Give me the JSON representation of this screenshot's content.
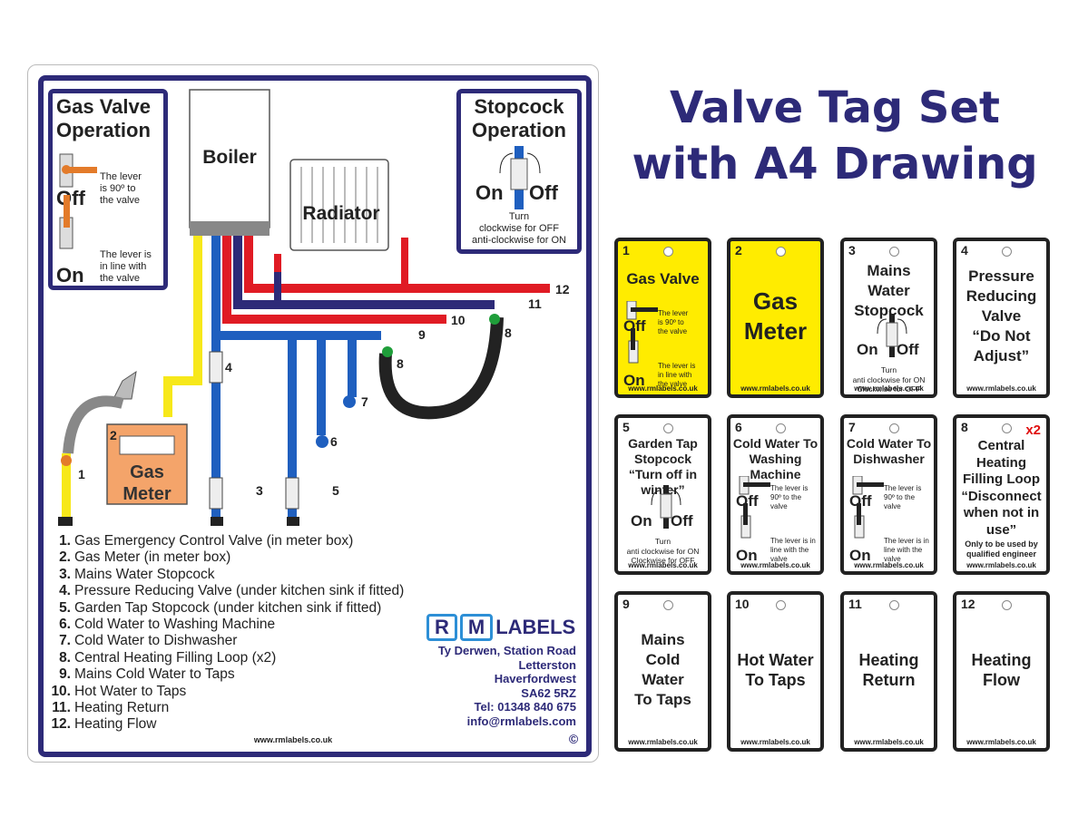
{
  "heading": {
    "line1": "Valve Tag Set",
    "line2": "with A4 Drawing"
  },
  "drawing": {
    "gas_box": {
      "title1": "Gas Valve",
      "title2": "Operation",
      "off": "Off",
      "on": "On",
      "off_text1": "The lever",
      "off_text2": "is 90º to",
      "off_text3": "the valve",
      "on_text1": "The lever is",
      "on_text2": "in line with",
      "on_text3": "the valve"
    },
    "stop_box": {
      "title1": "Stopcock",
      "title2": "Operation",
      "on": "On",
      "off": "Off",
      "turn": "Turn",
      "cw": "clockwise for OFF",
      "acw": "anti-clockwise for ON"
    },
    "boiler": "Boiler",
    "radiator": "Radiator",
    "meter": "Gas\nMeter",
    "labels": [
      "1",
      "2",
      "3",
      "4",
      "5",
      "6",
      "7",
      "8",
      "8",
      "9",
      "10",
      "11",
      "12"
    ],
    "legend": [
      {
        "n": "1.",
        "t": "Gas Emergency Control Valve (in meter box)"
      },
      {
        "n": "2.",
        "t": "Gas Meter (in meter box)"
      },
      {
        "n": "3.",
        "t": "Mains Water Stopcock"
      },
      {
        "n": "4.",
        "t": "Pressure Reducing Valve (under kitchen sink if fitted)"
      },
      {
        "n": "5.",
        "t": "Garden Tap Stopcock (under kitchen sink if fitted)"
      },
      {
        "n": "6.",
        "t": "Cold Water to Washing Machine"
      },
      {
        "n": "7.",
        "t": "Cold Water to Dishwasher"
      },
      {
        "n": "8.",
        "t": "Central Heating Filling Loop (x2)"
      },
      {
        "n": "9.",
        "t": "Mains Cold Water to Taps"
      },
      {
        "n": "10.",
        "t": "Hot Water to Taps"
      },
      {
        "n": "11.",
        "t": "Heating Return"
      },
      {
        "n": "12.",
        "t": "Heating Flow"
      }
    ],
    "logo": {
      "r": "R",
      "m": "M",
      "labels": "LABELS"
    },
    "address": [
      "Ty Derwen, Station Road",
      "Letterston",
      "Haverfordwest",
      "SA62 5RZ",
      "Tel: 01348 840 675",
      "info@rmlabels.com"
    ],
    "url": "www.rmlabels.co.uk",
    "copyright": "©"
  },
  "tags": [
    {
      "num": "1",
      "yellow": true,
      "lines": [
        "Gas Valve"
      ],
      "type": "gas"
    },
    {
      "num": "2",
      "yellow": true,
      "lines": [
        "Gas",
        "Meter"
      ]
    },
    {
      "num": "3",
      "lines": [
        "Mains",
        "Water",
        "Stopcock"
      ],
      "type": "stop1"
    },
    {
      "num": "4",
      "lines": [
        "Pressure",
        "Reducing",
        "Valve",
        "“Do Not",
        "Adjust”"
      ]
    },
    {
      "num": "5",
      "lines": [
        "Garden Tap",
        "Stopcock",
        "“Turn off in",
        "winter”"
      ],
      "type": "stop2"
    },
    {
      "num": "6",
      "lines": [
        "Cold Water To",
        "Washing",
        "Machine"
      ],
      "type": "lever"
    },
    {
      "num": "7",
      "lines": [
        "Cold Water To",
        "Dishwasher"
      ],
      "type": "lever"
    },
    {
      "num": "8",
      "x2": "x2",
      "lines": [
        "Central",
        "Heating",
        "Filling Loop",
        "“Disconnect",
        "when not in",
        "use”"
      ],
      "note": "Only to be used by qualified engineer"
    },
    {
      "num": "9",
      "lines": [
        "Mains",
        "Cold",
        "Water",
        "To Taps"
      ]
    },
    {
      "num": "10",
      "lines": [
        "Hot Water",
        "To Taps"
      ]
    },
    {
      "num": "11",
      "lines": [
        "Heating",
        "Return"
      ]
    },
    {
      "num": "12",
      "lines": [
        "Heating",
        "Flow"
      ]
    }
  ],
  "tag_texts": {
    "url": "www.rmlabels.co.uk",
    "off": "Off",
    "on": "On",
    "lever_off": [
      "The lever",
      "is 90º to",
      "the valve"
    ],
    "lever_on": [
      "The lever is",
      "in line with",
      "the valve"
    ],
    "lever_off_b": [
      "The lever is",
      "90º to the",
      "valve"
    ],
    "lever_on_b": [
      "The lever is in",
      "line with the",
      "valve"
    ],
    "turn": "Turn",
    "stop1_acw": "anti clockwise for ON",
    "stop1_cw": "Clockwise for OFF"
  },
  "colors": {
    "navy": "#2d2a78",
    "yellow": "#ffec00",
    "gas_pipe": "#f7e81a",
    "cold": "#1f5fbf",
    "hot": "#e01b24",
    "return": "#2d2a78",
    "meter": "#f4a46a",
    "filling": "#222222",
    "valve_green": "#1f9e3a",
    "valve_orange": "#e37b2a"
  }
}
